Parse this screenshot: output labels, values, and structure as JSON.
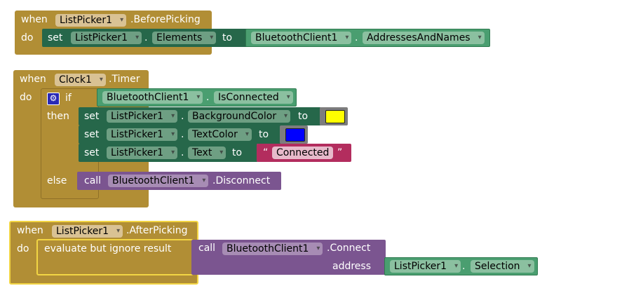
{
  "block1": {
    "when": "when",
    "component": "ListPicker1",
    "event": ".BeforePicking",
    "do": "do",
    "set": "set",
    "target_component": "ListPicker1",
    "property": "Elements",
    "to": "to",
    "source_component": "BluetoothClient1",
    "source_property": "AddressesAndNames"
  },
  "block2": {
    "when": "when",
    "component": "Clock1",
    "event": ".Timer",
    "do": "do",
    "if": "if",
    "then": "then",
    "else": "else",
    "cond_component": "BluetoothClient1",
    "cond_property": "IsConnected",
    "set": "set",
    "to": "to",
    "row1_component": "ListPicker1",
    "row1_property": "BackgroundColor",
    "row1_color": "#ffff00",
    "row2_component": "ListPicker1",
    "row2_property": "TextColor",
    "row2_color": "#0000ff",
    "row3_component": "ListPicker1",
    "row3_property": "Text",
    "row3_open_quote": "“",
    "row3_text": "Connected",
    "row3_close_quote": "”",
    "call": "call",
    "call_component": "BluetoothClient1",
    "call_method": ".Disconnect"
  },
  "block3": {
    "when": "when",
    "component": "ListPicker1",
    "event": ".AfterPicking",
    "do": "do",
    "evaluate": "evaluate but ignore result",
    "call": "call",
    "call_component": "BluetoothClient1",
    "call_method": ".Connect",
    "address": "address",
    "arg_component": "ListPicker1",
    "arg_property": "Selection"
  },
  "icons": {
    "dropdown": "▾",
    "gear": "⚙"
  },
  "colors": {
    "event": "#b18e35",
    "set_block": "#26674a",
    "get_block": "#4a9e70",
    "text_block": "#b32d5e",
    "procedure": "#7b5590",
    "selected_outline": "#f2d544"
  }
}
